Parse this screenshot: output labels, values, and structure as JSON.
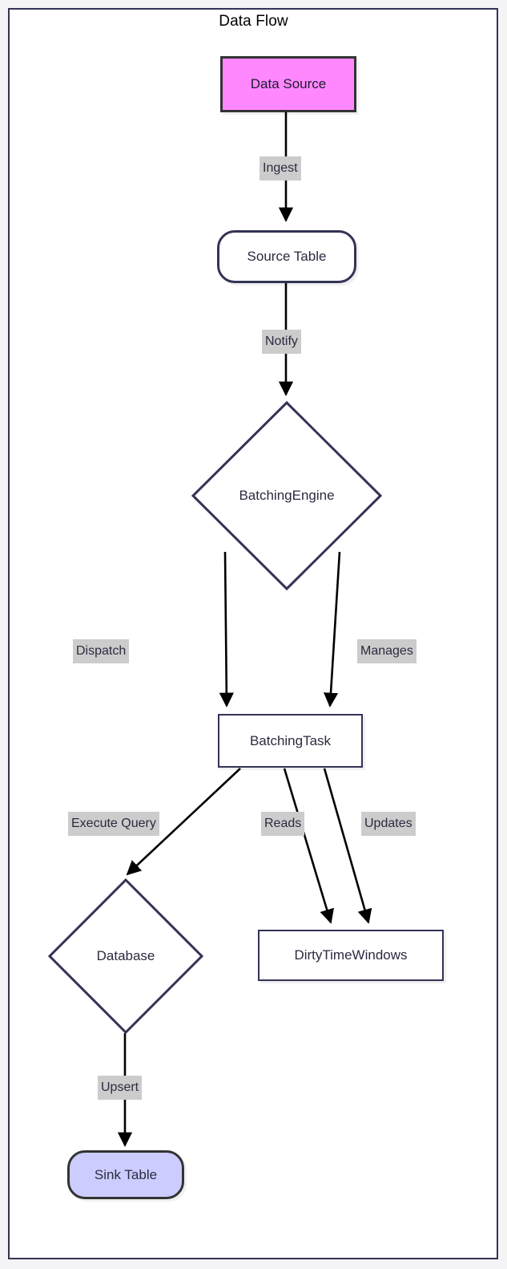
{
  "diagram": {
    "title": "Data Flow",
    "type": "flowchart",
    "direction": "top-down",
    "colors": {
      "frame_border": "#333355",
      "node_border": "#333355",
      "node_fill": "#ffffff",
      "source_fill": "#ff88ff",
      "sink_fill": "#ccccff",
      "edge_stroke": "#000000",
      "edge_label_bg": "#cccccc",
      "text": "#2b2b40",
      "background": "#ffffff"
    },
    "nodes": [
      {
        "id": "data_source",
        "label": "Data Source",
        "shape": "rect-filled"
      },
      {
        "id": "source_table",
        "label": "Source Table",
        "shape": "rounded"
      },
      {
        "id": "batching_engine",
        "label": "BatchingEngine",
        "shape": "diamond"
      },
      {
        "id": "batching_task",
        "label": "BatchingTask",
        "shape": "rect"
      },
      {
        "id": "database",
        "label": "Database",
        "shape": "diamond"
      },
      {
        "id": "dirty_time_windows",
        "label": "DirtyTimeWindows",
        "shape": "rect"
      },
      {
        "id": "sink_table",
        "label": "Sink Table",
        "shape": "rounded-filled"
      }
    ],
    "edges": [
      {
        "from": "data_source",
        "to": "source_table",
        "label": "Ingest"
      },
      {
        "from": "source_table",
        "to": "batching_engine",
        "label": "Notify"
      },
      {
        "from": "batching_engine",
        "to": "batching_task",
        "label": "Dispatch"
      },
      {
        "from": "batching_engine",
        "to": "batching_task",
        "label": "Manages"
      },
      {
        "from": "batching_task",
        "to": "database",
        "label": "Execute Query"
      },
      {
        "from": "batching_task",
        "to": "dirty_time_windows",
        "label": "Reads"
      },
      {
        "from": "batching_task",
        "to": "dirty_time_windows",
        "label": "Updates"
      },
      {
        "from": "database",
        "to": "sink_table",
        "label": "Upsert"
      }
    ]
  }
}
